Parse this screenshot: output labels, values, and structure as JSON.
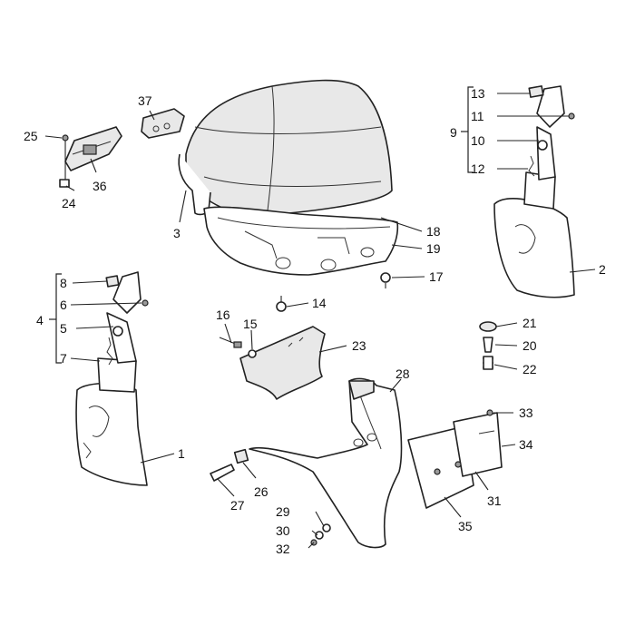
{
  "diagram": {
    "callouts": [
      {
        "id": "c1",
        "text": "1"
      },
      {
        "id": "c2",
        "text": "2"
      },
      {
        "id": "c3",
        "text": "3"
      },
      {
        "id": "c4",
        "text": "4"
      },
      {
        "id": "c5",
        "text": "5"
      },
      {
        "id": "c6",
        "text": "6"
      },
      {
        "id": "c7",
        "text": "7"
      },
      {
        "id": "c8",
        "text": "8"
      },
      {
        "id": "c9",
        "text": "9"
      },
      {
        "id": "c10",
        "text": "10"
      },
      {
        "id": "c11",
        "text": "11"
      },
      {
        "id": "c12",
        "text": "12"
      },
      {
        "id": "c13",
        "text": "13"
      },
      {
        "id": "c14",
        "text": "14"
      },
      {
        "id": "c15",
        "text": "15"
      },
      {
        "id": "c16",
        "text": "16"
      },
      {
        "id": "c17",
        "text": "17"
      },
      {
        "id": "c18",
        "text": "18"
      },
      {
        "id": "c19",
        "text": "19"
      },
      {
        "id": "c20",
        "text": "20"
      },
      {
        "id": "c21",
        "text": "21"
      },
      {
        "id": "c22",
        "text": "22"
      },
      {
        "id": "c23",
        "text": "23"
      },
      {
        "id": "c24",
        "text": "24"
      },
      {
        "id": "c25",
        "text": "25"
      },
      {
        "id": "c26",
        "text": "26"
      },
      {
        "id": "c27",
        "text": "27"
      },
      {
        "id": "c28",
        "text": "28"
      },
      {
        "id": "c29",
        "text": "29"
      },
      {
        "id": "c30",
        "text": "30"
      },
      {
        "id": "c31",
        "text": "31"
      },
      {
        "id": "c32",
        "text": "32"
      },
      {
        "id": "c33",
        "text": "33"
      },
      {
        "id": "c34",
        "text": "34"
      },
      {
        "id": "c35",
        "text": "35"
      },
      {
        "id": "c36",
        "text": "36"
      },
      {
        "id": "c37",
        "text": "37"
      }
    ]
  }
}
